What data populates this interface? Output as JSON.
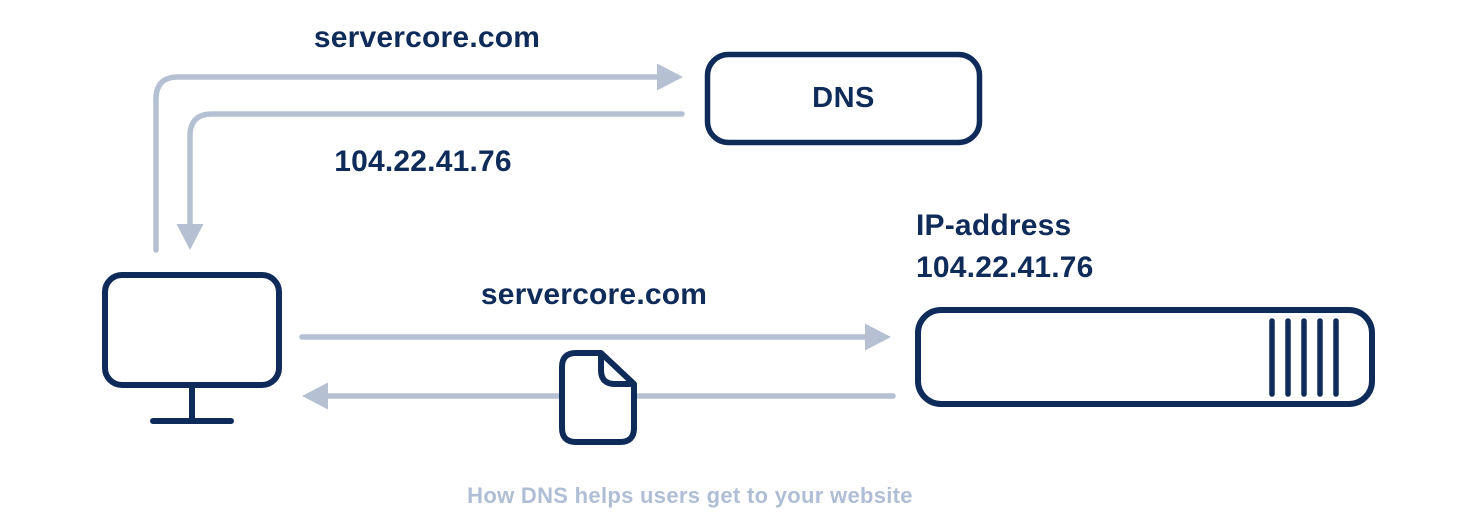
{
  "diagram": {
    "caption": "How DNS helps users get to your website",
    "labels": {
      "dns_request": "servercore.com",
      "dns_response": "104.22.41.76",
      "server_request": "servercore.com"
    },
    "nodes": {
      "dns": {
        "label": "DNS"
      },
      "server": {
        "label_line1": "IP-address",
        "label_line2": "104.22.41.76"
      },
      "client": {
        "icon": "monitor-icon"
      }
    },
    "icons": {
      "client": "monitor-icon",
      "server": "server-rack-icon",
      "response_payload": "document-icon",
      "flow_arrows": [
        "arrow-right-icon",
        "arrow-down-icon",
        "arrow-right-icon",
        "arrow-left-icon"
      ]
    },
    "colors": {
      "navy": "#0e2b59",
      "arrow": "#b5c1d3",
      "caption": "#afbed5",
      "background": "#ffffff"
    }
  }
}
